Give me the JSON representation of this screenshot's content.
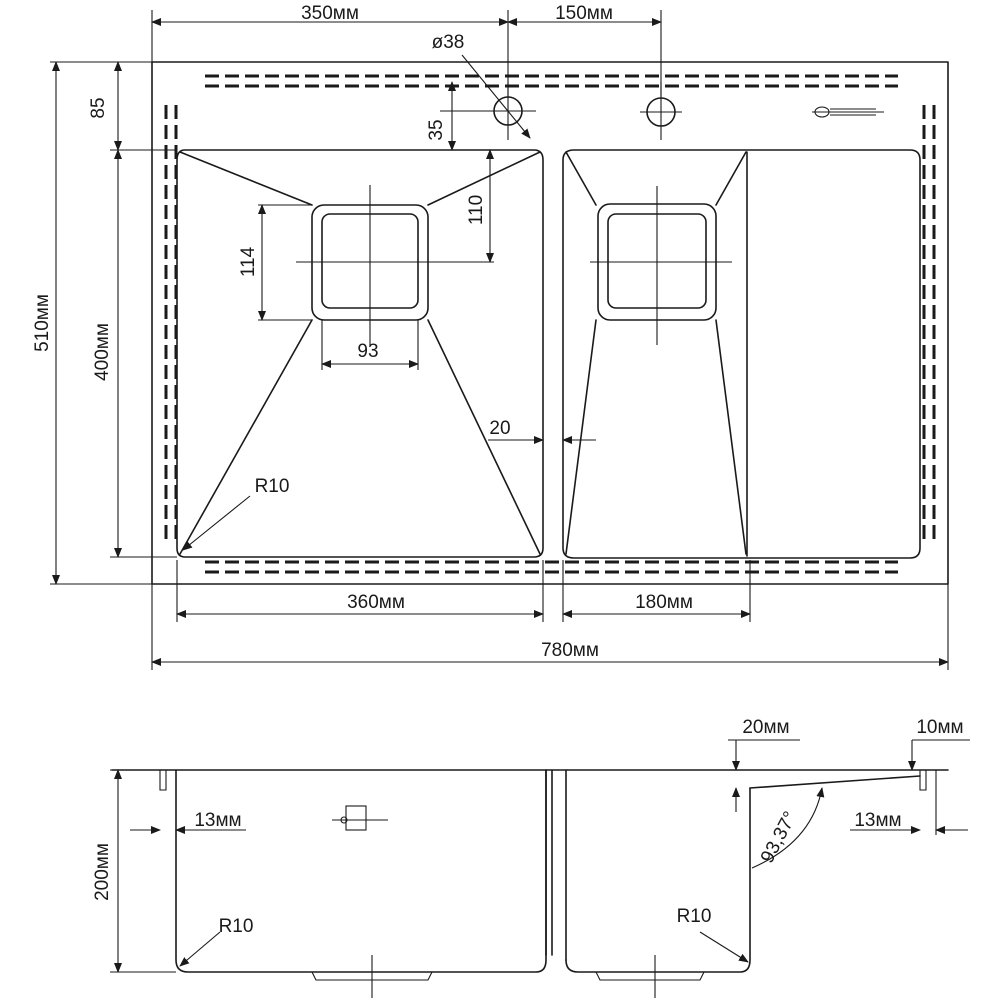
{
  "diagram": {
    "top_view": {
      "dim_left_width": "350мм",
      "dim_right_offset": "150мм",
      "dim_hole_diameter": "ø38",
      "dim_back_margin": "85",
      "dim_hole_offset": "35",
      "dim_drain_offset": "110",
      "dim_drain_height": "114",
      "dim_drain_width": "93",
      "dim_partition": "20",
      "dim_total_depth": "510мм",
      "dim_bowl_depth": "400мм",
      "dim_corner_radius": "R10",
      "dim_left_bowl": "360мм",
      "dim_right_bowl": "180мм",
      "dim_total_width": "780мм"
    },
    "side_view": {
      "dim_height": "200мм",
      "dim_flange_left": "13мм",
      "dim_flange_right": "13мм",
      "dim_top_offset": "20мм",
      "dim_rim": "10мм",
      "dim_angle": "93,37°",
      "dim_radius_left": "R10",
      "dim_radius_right": "R10"
    }
  }
}
